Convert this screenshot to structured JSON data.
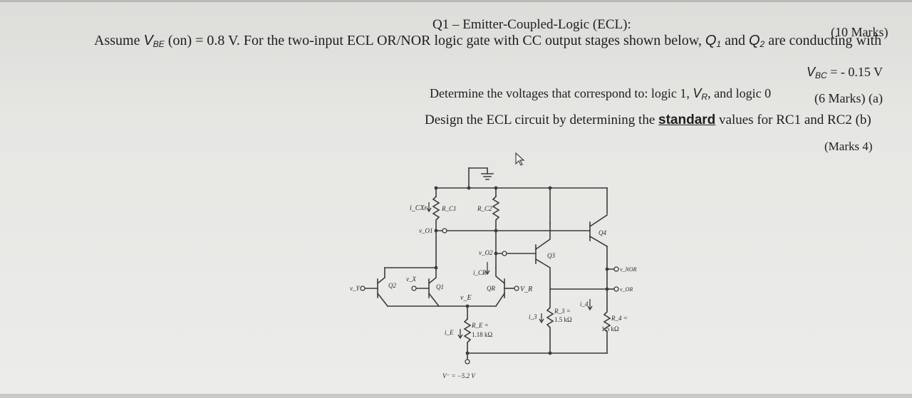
{
  "question": {
    "title": "Q1 – Emitter-Coupled-Logic (ECL):",
    "marks_total": "(10 Marks)",
    "assume_prefix": "Assume",
    "vbe_symbol": "V",
    "vbe_sub": "BE",
    "vbe_text": " (on) = 0.8 V. For the two-input ECL OR/NOR logic gate with CC output stages shown below,",
    "q1_sym": "Q",
    "q1_sub": "1",
    "and_text": " and ",
    "q2_sym": "Q",
    "q2_sub": "2",
    "conducting_text": " are conducting with",
    "vbc_sym": "V",
    "vbc_sub": "BC",
    "vbc_text": " = - 0.15 V",
    "part_a_prefix": "Determine the voltages that correspond to: logic 1, ",
    "vr_sym": "V",
    "vr_sub": "R",
    "part_a_suffix": ", and logic 0",
    "part_a_marks": "(6 Marks) (a)",
    "part_b_prefix": "Design the ECL circuit by determining the ",
    "part_b_bold": "standard",
    "part_b_suffix": " values for RC1 and RC2 (b)",
    "part_b_marks": "(Marks 4)"
  },
  "circuit": {
    "icxr": "i_CXr",
    "rc1": "R_C1",
    "rc2": "R_C2",
    "vo1": "v_O1",
    "vo2": "v_O2",
    "icr": "i_CR",
    "q1": "Q1",
    "q2": "Q2",
    "qr": "QR",
    "q3": "Q3",
    "q4": "Q4",
    "vx": "v_X",
    "vy": "v_Y",
    "ve": "v_E",
    "vr": "V_R",
    "vnor": "v_NOR",
    "vor": "v_OR",
    "re": "R_E =",
    "re_val": "1.18 kΩ",
    "ie": "i_E",
    "r3": "R_3 =",
    "r3_val": "1.5 kΩ",
    "r4": "R_4 =",
    "r4_val": "1.5 kΩ",
    "i3": "i_3",
    "i4": "i_4",
    "vminus": "V⁻ = −5.2 V"
  }
}
